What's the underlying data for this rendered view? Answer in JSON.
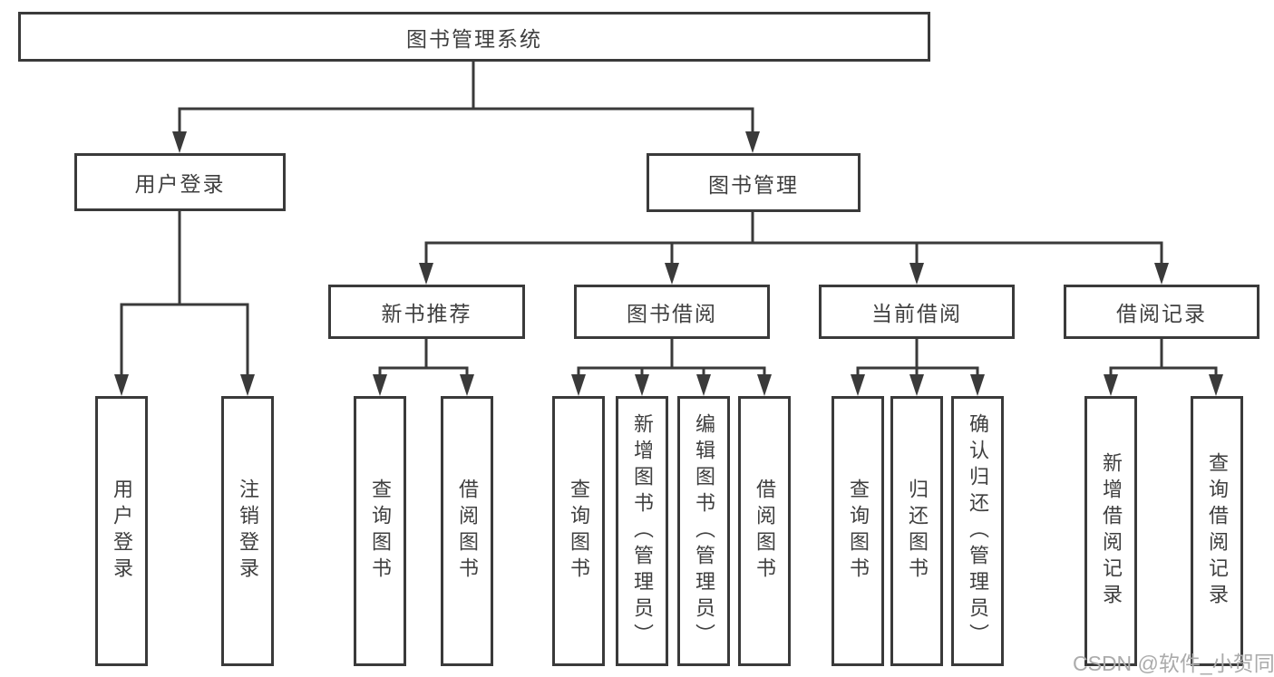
{
  "nodes": {
    "root": "图书管理系统",
    "user_login": "用户登录",
    "book_mgmt": "图书管理",
    "new_books": "新书推荐",
    "book_borrow": "图书借阅",
    "current_borrow": "当前借阅",
    "borrow_records": "借阅记录",
    "leaf_user_login": "用户登录",
    "leaf_logout": "注销登录",
    "leaf_nb_query": "查询图书",
    "leaf_nb_borrow": "借阅图书",
    "leaf_bb_query": "查询图书",
    "leaf_bb_add": "新增图书（管理员）",
    "leaf_bb_edit": "编辑图书（管理员）",
    "leaf_bb_borrow": "借阅图书",
    "leaf_cb_query": "查询图书",
    "leaf_cb_return": "归还图书",
    "leaf_cb_confirm": "确认归还（管理员）",
    "leaf_br_add": "新增借阅记录",
    "leaf_br_query": "查询借阅记录"
  },
  "watermark": "CSDN @软件_小贺同学",
  "colors": {
    "line": "#3a3a3a",
    "text": "#3f3f3f",
    "watermark": "#ababab",
    "background": "#ffffff"
  }
}
